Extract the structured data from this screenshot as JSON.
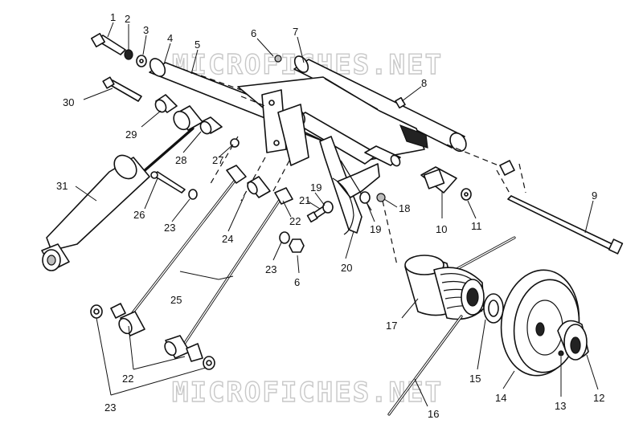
{
  "watermark": "MICROFICHES.NET",
  "callouts": [
    {
      "id": "c1",
      "text": "1"
    },
    {
      "id": "c2",
      "text": "2"
    },
    {
      "id": "c3",
      "text": "3"
    },
    {
      "id": "c4",
      "text": "4"
    },
    {
      "id": "c5",
      "text": "5"
    },
    {
      "id": "c6a",
      "text": "6"
    },
    {
      "id": "c7",
      "text": "7"
    },
    {
      "id": "c8",
      "text": "8"
    },
    {
      "id": "c9",
      "text": "9"
    },
    {
      "id": "c10",
      "text": "10"
    },
    {
      "id": "c11",
      "text": "11"
    },
    {
      "id": "c12",
      "text": "12"
    },
    {
      "id": "c13",
      "text": "13"
    },
    {
      "id": "c14",
      "text": "14"
    },
    {
      "id": "c15",
      "text": "15"
    },
    {
      "id": "c16",
      "text": "16"
    },
    {
      "id": "c17",
      "text": "17"
    },
    {
      "id": "c18",
      "text": "18"
    },
    {
      "id": "c19a",
      "text": "19"
    },
    {
      "id": "c19b",
      "text": "19"
    },
    {
      "id": "c20",
      "text": "20"
    },
    {
      "id": "c21",
      "text": "21"
    },
    {
      "id": "c22a",
      "text": "22"
    },
    {
      "id": "c22b",
      "text": "22"
    },
    {
      "id": "c23a",
      "text": "23"
    },
    {
      "id": "c23b",
      "text": "23"
    },
    {
      "id": "c23c",
      "text": "23"
    },
    {
      "id": "c24",
      "text": "24"
    },
    {
      "id": "c25",
      "text": "25"
    },
    {
      "id": "c26",
      "text": "26"
    },
    {
      "id": "c27",
      "text": "27"
    },
    {
      "id": "c28",
      "text": "28"
    },
    {
      "id": "c29",
      "text": "29"
    },
    {
      "id": "c30",
      "text": "30"
    },
    {
      "id": "c31",
      "text": "31"
    },
    {
      "id": "c6b",
      "text": "6"
    }
  ]
}
